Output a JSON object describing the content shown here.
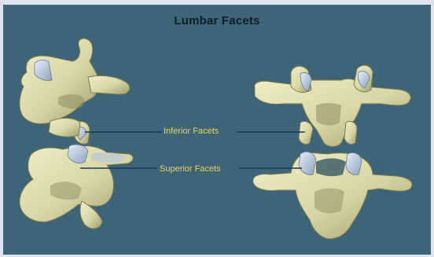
{
  "title": "Lumbar Facets",
  "labels": {
    "inferior": "Inferior Facets",
    "superior": "Superior Facets"
  },
  "colors": {
    "background": "#3e6577",
    "bone": "#d9d6a6",
    "bone_shadow": "#8f8d60",
    "facet_cartilage": "#b9c6d8",
    "label_text": "#e8d35a",
    "leader_line": "#1d3b55"
  }
}
